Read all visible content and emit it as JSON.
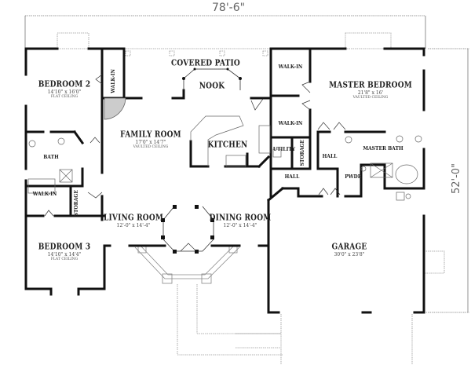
{
  "plan": {
    "overall_width": "78'-6\"",
    "overall_depth": "52'-0\"",
    "rooms": {
      "covered_patio": {
        "name": "COVERED PATIO"
      },
      "nook": {
        "name": "NOOK"
      },
      "bedroom2": {
        "name": "BEDROOM 2",
        "dims": "14'10\" x 16'0\"",
        "ceiling": "FLAT CEILING"
      },
      "walkin_bed2": {
        "name": "WALK-IN"
      },
      "family_room": {
        "name": "FAMILY ROOM",
        "dims": "17'0\" x 14'7\"",
        "ceiling": "VAULTED CEILING"
      },
      "kitchen": {
        "name": "KITCHEN"
      },
      "master_bedroom": {
        "name": "MASTER BEDROOM",
        "dims": "21'8\" x 16'",
        "ceiling": "VAULTED CEILING"
      },
      "walkin_master_1": {
        "name": "WALK-IN"
      },
      "walkin_master_2": {
        "name": "WALK-IN"
      },
      "utility": {
        "name": "UTILITY"
      },
      "storage_utility": {
        "name": "STORAGE"
      },
      "hall_1": {
        "name": "HALL"
      },
      "hall_2": {
        "name": "HALL"
      },
      "master_bath": {
        "name": "MASTER BATH"
      },
      "powder": {
        "name": "PWDR"
      },
      "bath": {
        "name": "BATH"
      },
      "walkin_bed3": {
        "name": "WALK-IN"
      },
      "storage_bed3": {
        "name": "STORAGE"
      },
      "living_room": {
        "name": "LIVING ROOM",
        "dims": "12'-0\" x 14'-4\""
      },
      "dining_room": {
        "name": "DINING ROOM",
        "dims": "12'-0\" x 14'-4\""
      },
      "bedroom3": {
        "name": "BEDROOM 3",
        "dims": "14'10\" x 14'4\"",
        "ceiling": "FLAT CEILING"
      },
      "garage": {
        "name": "GARAGE",
        "dims": "30'0\" x 23'8\""
      }
    },
    "colors": {
      "wall": "#111111",
      "dashed": "#888888",
      "dimension_line": "#777777",
      "text": "#222222"
    }
  }
}
